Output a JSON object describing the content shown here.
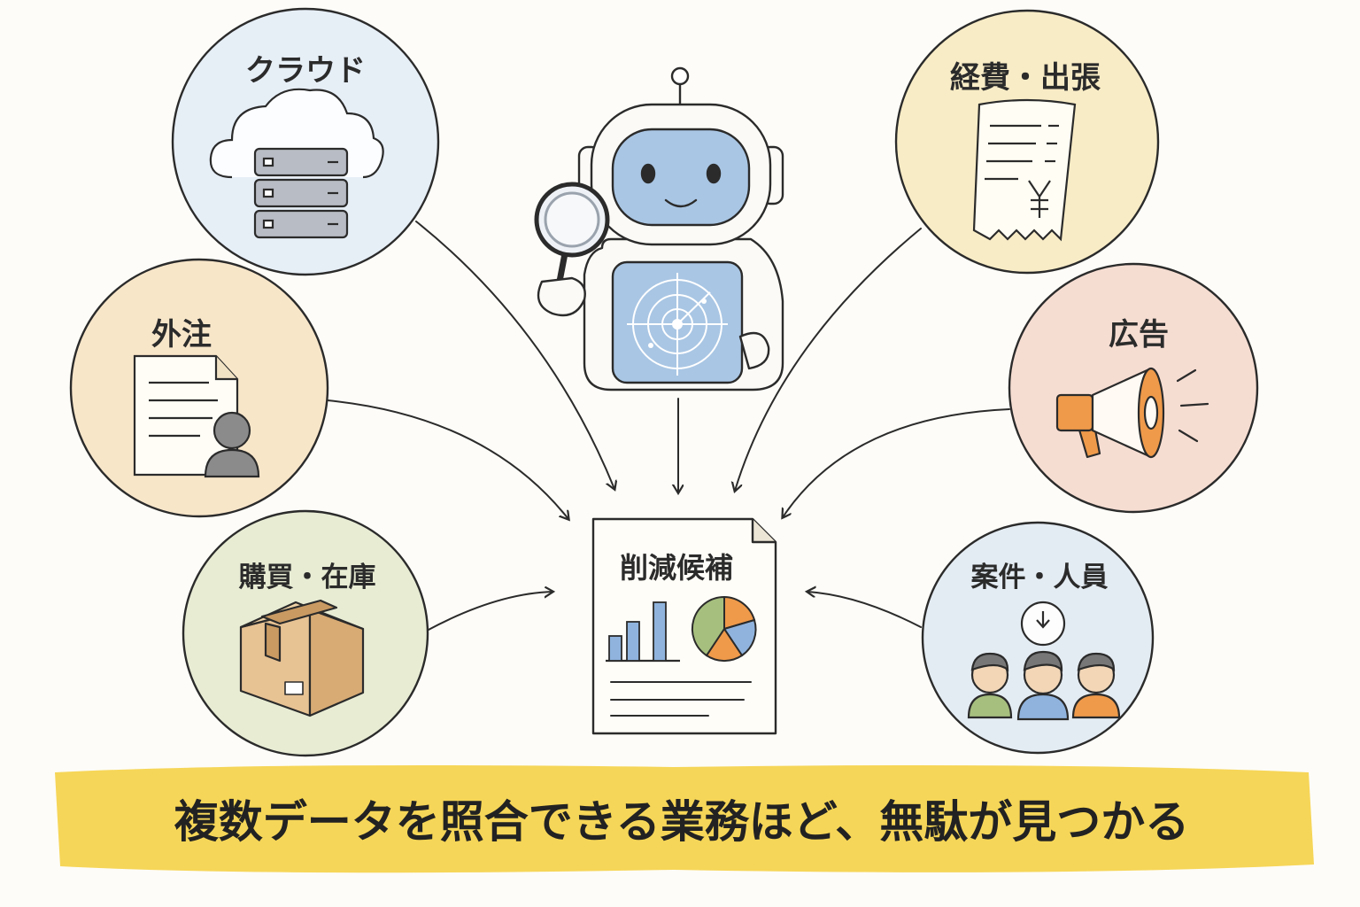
{
  "center": {
    "label": "削減候補"
  },
  "categories": [
    {
      "key": "cloud",
      "label": "クラウド",
      "icon": "cloud-server-icon",
      "color": "#e6eef6"
    },
    {
      "key": "outsourcing",
      "label": "外注",
      "icon": "contract-person-icon",
      "color": "#f8e6c9"
    },
    {
      "key": "purchasing",
      "label": "購買・在庫",
      "icon": "cardboard-box-icon",
      "color": "#e7ecd3"
    },
    {
      "key": "expenses",
      "label": "経費・出張",
      "icon": "receipt-yen-icon",
      "color": "#f8ecc6"
    },
    {
      "key": "advertising",
      "label": "広告",
      "icon": "megaphone-icon",
      "color": "#f6ddd2"
    },
    {
      "key": "projects",
      "label": "案件・人員",
      "icon": "people-clock-icon",
      "color": "#e4ecf3"
    }
  ],
  "banner": {
    "text": "複数データを照合できる業務ほど、無駄が見つかる",
    "color": "#f5d24a"
  },
  "colors": {
    "stroke": "#2b2b2b",
    "robot_blue": "#a9c6e4",
    "accent_orange": "#ef9a4a",
    "green": "#a6bf7e"
  }
}
